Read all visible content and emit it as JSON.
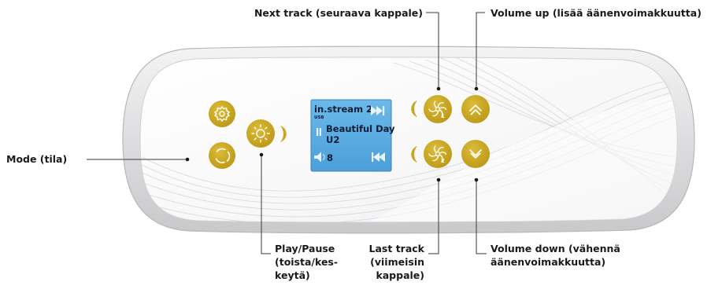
{
  "display": {
    "source_name": "in.stream 2",
    "source_type": "USB",
    "song_title": "Beautiful Day",
    "artist": "U2",
    "volume_level": "8"
  },
  "labels": {
    "next_track": "Next track (seuraava kappale)",
    "volume_up": "Volume up (lisää äänenvoimakkuutta)",
    "mode": "Mode (tila)",
    "play_pause": [
      "Play/Pause",
      "(toista/kes-",
      "keytä)"
    ],
    "last_track": [
      "Last track",
      "(viimeisin",
      "kappale)"
    ],
    "volume_down": [
      "Volume down (vähennä",
      "äänenvoimakkuutta)"
    ]
  },
  "buttons": {
    "preset_1_number": "1",
    "preset_2_number": "2"
  },
  "colors": {
    "button_gold": "#c9a526",
    "screen_blue": "#5aaee5",
    "panel_shell": "#e4e4e6"
  }
}
